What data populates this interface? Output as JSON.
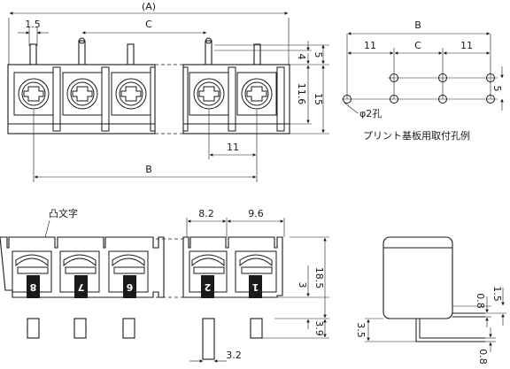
{
  "top_view": {
    "dim_overall": "(A)",
    "dim_pitch_small": "1.5",
    "dim_c": "C",
    "dim_b": "B",
    "dim_pitch_11": "11",
    "dim_pin_4": "4",
    "dim_pin_5": "5",
    "dim_height_116": "11.6",
    "dim_height_15": "15"
  },
  "pcb_layout": {
    "dim_b": "B",
    "dim_11_left": "11",
    "dim_c": "C",
    "dim_11_right": "11",
    "dim_5": "5",
    "hole_label": "φ2孔",
    "caption": "プリント基板用取付孔例"
  },
  "front_view": {
    "emboss_label": "凸文字",
    "dim_82": "8.2",
    "dim_96": "9.6",
    "dim_3": "3",
    "dim_185": "18.5",
    "dim_39": "3.9",
    "dim_32": "3.2",
    "terminal_numbers": [
      "8",
      "7",
      "6",
      "2",
      "1"
    ]
  },
  "side_view": {
    "dim_08_top": "0.8",
    "dim_15": "1.5",
    "dim_35": "3.5",
    "dim_08_bottom": "0.8"
  }
}
